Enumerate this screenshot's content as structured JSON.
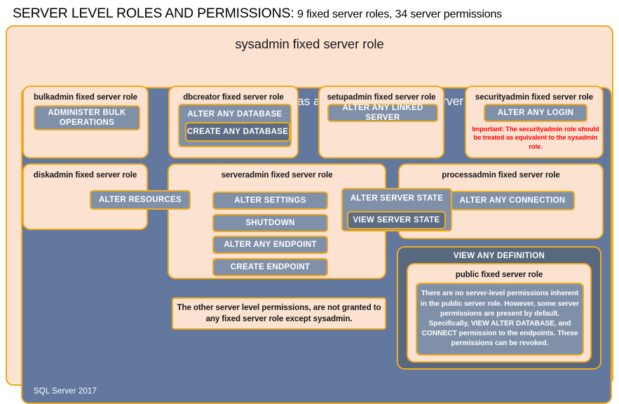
{
  "title": {
    "heading": "SERVER LEVEL ROLES AND PERMISSIONS:",
    "subheading": "9 fixed server roles, 34 server permissions"
  },
  "colors": {
    "peach_fill": "#fbe2d1",
    "slate_fill": "#62789e",
    "slate_dark_fill": "#57687f",
    "permission_fill": "#8090a8",
    "permission_nested_fill": "#5d6c82",
    "gold_border": "#f0ab1e",
    "warning_text": "#ff0000",
    "white_text": "#ffffff",
    "dark_text": "#17171a"
  },
  "outer": {
    "sysadmin_label": "sysadmin  fixed  server  role",
    "control_server_label": "CONTROL SERVER: Has all permissions in the server",
    "version_label": "SQL Server 2017"
  },
  "roles": [
    {
      "id": "bulkadmin",
      "title": "bulkadmin  fixed server role",
      "permissions": [
        "ADMINISTER  BULK OPERATIONS"
      ]
    },
    {
      "id": "dbcreator",
      "title": "dbcreator fixed server role",
      "permissions": [
        "ALTER ANY DATABASE",
        "CREATE ANY DATABASE"
      ]
    },
    {
      "id": "setupadmin",
      "title": "setupadmin fixed server role",
      "permissions": [
        "ALTER ANY LINKED SERVER"
      ]
    },
    {
      "id": "securityadmin",
      "title": "securityadmin  fixed server role",
      "permissions": [
        "ALTER ANY LOGIN"
      ],
      "note": "Important:  The securityadmin role should  be treated as equivalent to the sysadmin role."
    },
    {
      "id": "diskadmin",
      "title": "diskadmin  fixed server role",
      "permissions": [
        "ALTER RESOURCES"
      ]
    },
    {
      "id": "serveradmin",
      "title": "serveradmin fixed server role",
      "permissions": [
        "ALTER SETTINGS",
        "SHUTDOWN",
        "ALTER ANY ENDPOINT",
        "CREATE  ENDPOINT",
        "ALTER SERVER  STATE",
        "VIEW SERVER  STATE"
      ]
    },
    {
      "id": "processadmin",
      "title": "processadmin fixed server role",
      "permissions": [
        "ALTER ANY CONNECTION"
      ]
    },
    {
      "id": "public",
      "title": "public  fixed server role",
      "permissions": [
        "VIEW ANY DEFINITION"
      ],
      "note": "There are no server-level permissions inherent in the public server role. However, some server permissions are present by default. Specifically, VIEW ALTER DATABASE, and CONNECT permission to the endpoints. These permissions can be revoked."
    }
  ],
  "permissions": {
    "administer_bulk_operations": "ADMINISTER  BULK OPERATIONS",
    "alter_any_database": "ALTER ANY DATABASE",
    "create_any_database": "CREATE  ANY DATABASE",
    "alter_any_linked_server": "ALTER ANY LINKED SERVER",
    "alter_any_login": "ALTER ANY LOGIN",
    "alter_resources": "ALTER RESOURCES",
    "alter_settings": "ALTER SETTINGS",
    "shutdown": "SHUTDOWN",
    "alter_any_endpoint": "ALTER ANY ENDPOINT",
    "create_endpoint": "CREATE  ENDPOINT",
    "alter_server_state": "ALTER SERVER  STATE",
    "view_server_state": "VIEW SERVER  STATE",
    "alter_any_connection": "ALTER ANY CONNECTION",
    "view_any_definition": "VIEW ANY DEFINITION"
  },
  "notes": {
    "other_permissions": "The other server level permissions,  are not granted to any fixed server role except sysadmin.",
    "securityadmin": "Important:  The securityadmin role should  be treated as equivalent to the sysadmin role.",
    "public_role": "There are no server-level permissions inherent in the public server role. However, some server permissions are present by default. Specifically, VIEW ALTER DATABASE, and CONNECT permission to the endpoints. These permissions can be revoked."
  }
}
